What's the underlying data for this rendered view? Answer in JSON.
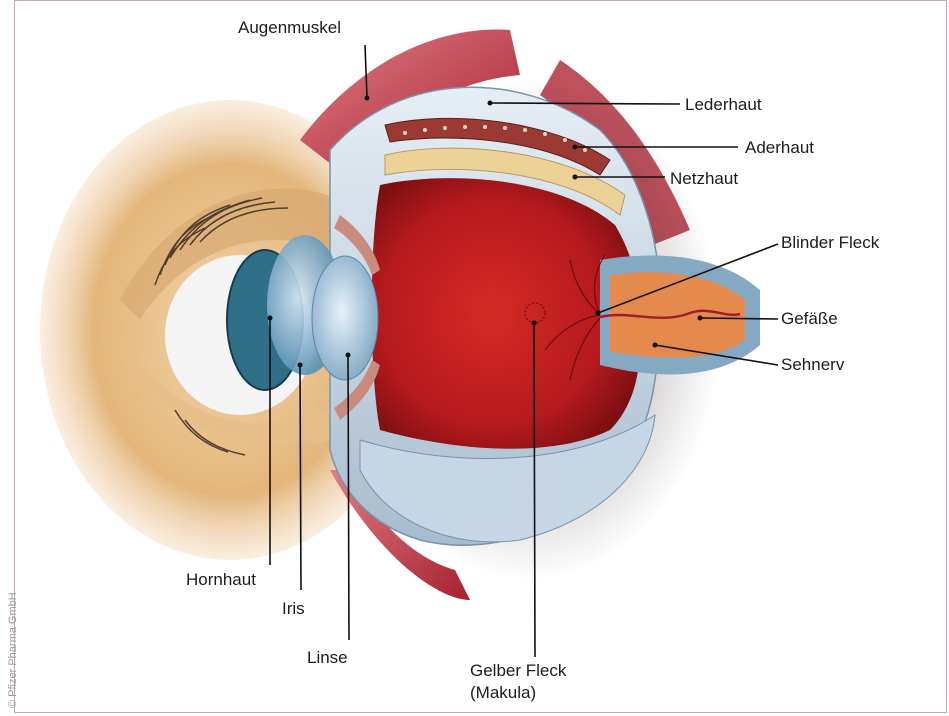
{
  "credit": "© Pfizer Pharma GmbH",
  "labels": {
    "augenmuskel": "Augenmuskel",
    "lederhaut": "Lederhaut",
    "aderhaut": "Aderhaut",
    "netzhaut": "Netzhaut",
    "blinder_fleck": "Blinder Fleck",
    "gefaesse": "Gefäße",
    "sehnerv": "Sehnerv",
    "hornhaut": "Hornhaut",
    "iris": "Iris",
    "linse": "Linse",
    "gelber_fleck_1": "Gelber Fleck",
    "gelber_fleck_2": "(Makula)"
  },
  "colors": {
    "frame": "#c8a9b2",
    "skin": "#e9c48f",
    "muscle": "#c23b4a",
    "sclera": "#c9d7e4",
    "choroid": "#9b3a33",
    "retina": "#e8c98d",
    "interior": "#c21d21",
    "nerve": "#e38a4c",
    "cornea": "#7fb3d8",
    "lens": "#a9c8de",
    "iris": "#2f6f87"
  }
}
